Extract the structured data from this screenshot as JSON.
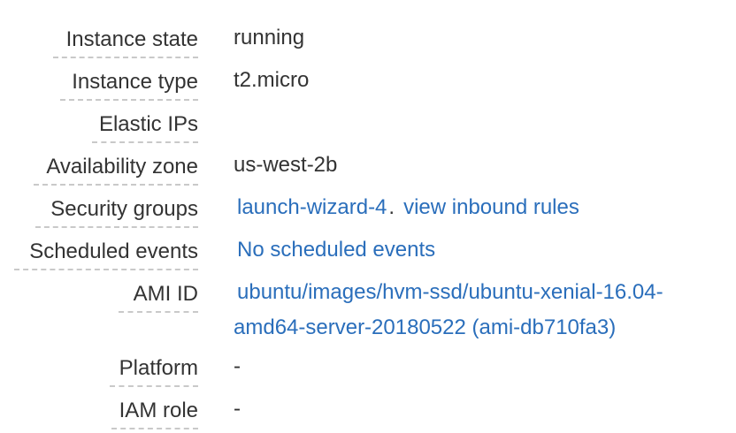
{
  "details": {
    "rows": [
      {
        "label": "Instance state",
        "value": "running"
      },
      {
        "label": "Instance type",
        "value": "t2.micro"
      },
      {
        "label": "Elastic IPs",
        "value": ""
      },
      {
        "label": "Availability zone",
        "value": "us-west-2b"
      },
      {
        "label": "Security groups",
        "link": "launch-wizard-4",
        "separator": ".",
        "link2": "view inbound rules"
      },
      {
        "label": "Scheduled events",
        "link": "No scheduled events"
      },
      {
        "label": "AMI ID",
        "link_line1": "ubuntu/images/hvm-ssd/ubuntu-xenial-16.04-",
        "link_line2": "amd64-server-20180522 (ami-db710fa3)"
      },
      {
        "label": "Platform",
        "value": "-"
      },
      {
        "label": "IAM role",
        "value": "-"
      }
    ]
  },
  "colors": {
    "link": "#2a6ebb",
    "text": "#333333",
    "underline": "#c9c9c9"
  }
}
